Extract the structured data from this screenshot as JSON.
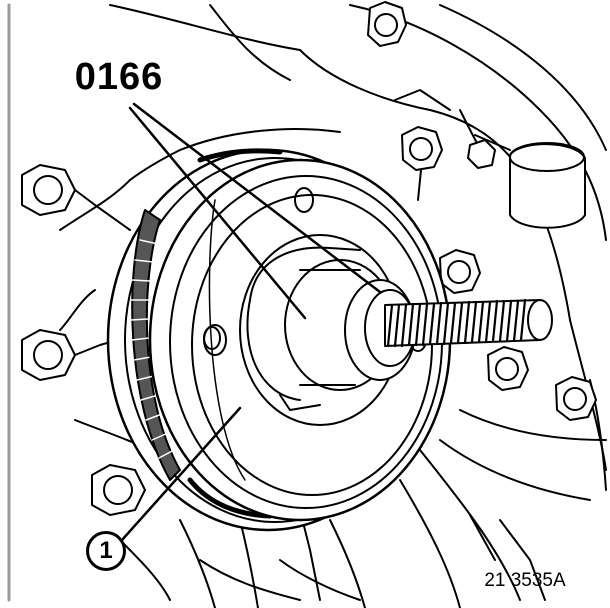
{
  "labels": {
    "tool_number": "0166",
    "part_number": "1",
    "figure_reference": "21 3535A"
  },
  "colors": {
    "line": "#000000",
    "background": "#ffffff",
    "shadow": "#555555",
    "page_border": "#9a9a9a"
  }
}
